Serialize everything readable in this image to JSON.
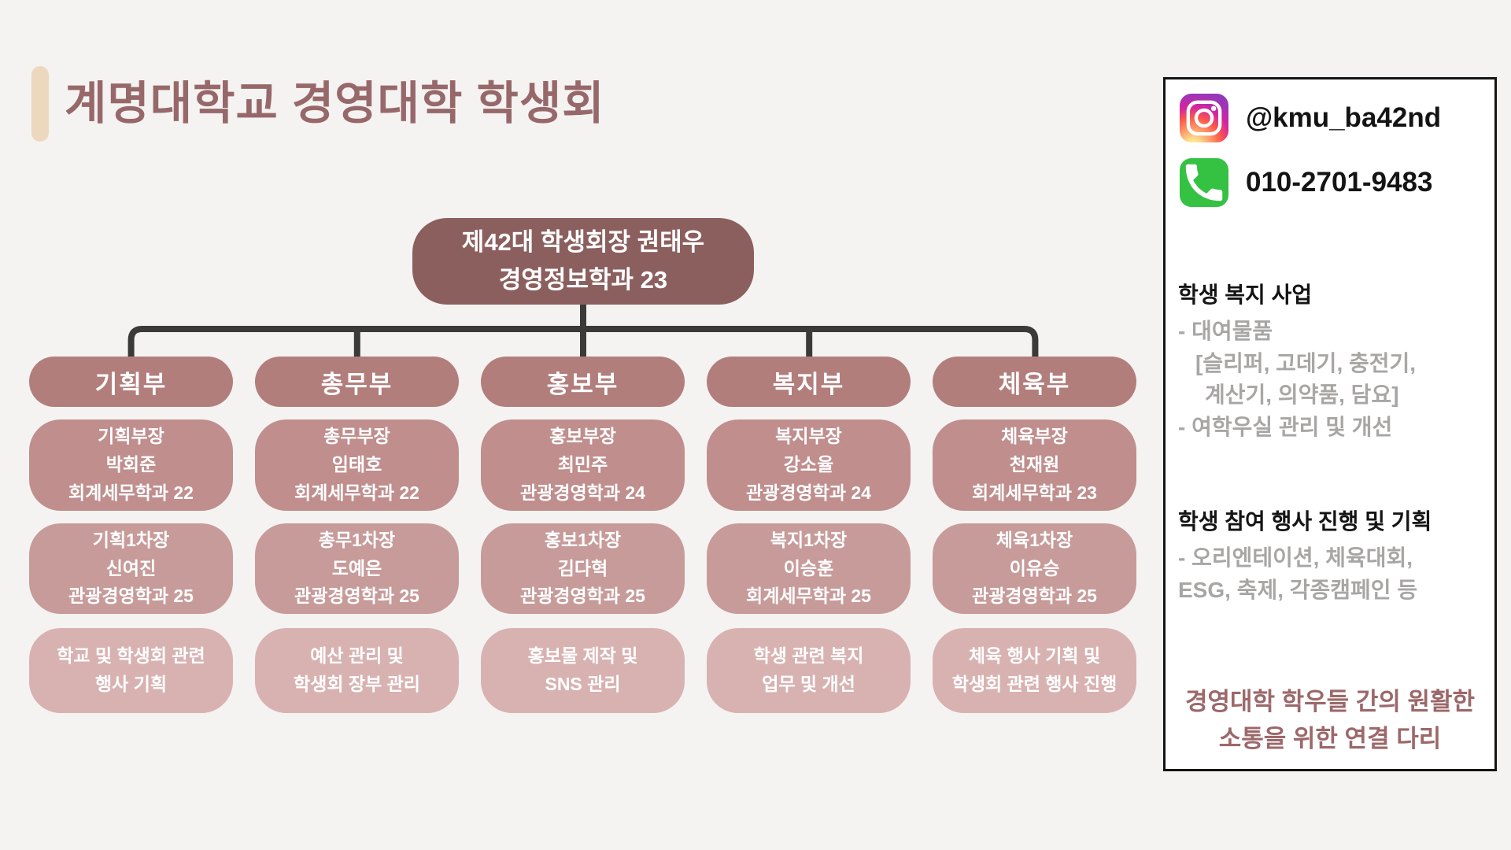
{
  "title": "계명대학교 경영대학 학생회",
  "org": {
    "president": {
      "line1": "제42대 학생회장 권태우",
      "line2": "경영정보학과 23"
    },
    "departments": [
      {
        "name": "기획부",
        "head": [
          "기획부장",
          "박회준",
          "회계세무학과 22"
        ],
        "deputy": [
          "기획1차장",
          "신여진",
          "관광경영학과 25"
        ],
        "role": [
          "학교 및 학생회 관련",
          "행사 기획"
        ]
      },
      {
        "name": "총무부",
        "head": [
          "총무부장",
          "임태호",
          "회계세무학과 22"
        ],
        "deputy": [
          "총무1차장",
          "도예은",
          "관광경영학과 25"
        ],
        "role": [
          "예산 관리 및",
          "학생회 장부 관리"
        ]
      },
      {
        "name": "홍보부",
        "head": [
          "홍보부장",
          "최민주",
          "관광경영학과 24"
        ],
        "deputy": [
          "홍보1차장",
          "김다혁",
          "관광경영학과 25"
        ],
        "role": [
          "홍보물 제작 및",
          "SNS 관리"
        ]
      },
      {
        "name": "복지부",
        "head": [
          "복지부장",
          "강소율",
          "관광경영학과 24"
        ],
        "deputy": [
          "복지1차장",
          "이승훈",
          "회계세무학과 25"
        ],
        "role": [
          "학생 관련 복지",
          "업무 및 개선"
        ]
      },
      {
        "name": "체육부",
        "head": [
          "체육부장",
          "천재원",
          "회계세무학과 23"
        ],
        "deputy": [
          "체육1차장",
          "이유승",
          "관광경영학과 25"
        ],
        "role": [
          "체육 행사 기획 및",
          "학생회 관련 행사 진행"
        ]
      }
    ]
  },
  "sidebar": {
    "instagram_handle": "@kmu_ba42nd",
    "phone_number": "010-2701-9483",
    "sections": [
      {
        "heading": "학생 복지 사업",
        "lines": [
          "- 대여물품",
          "[슬리퍼, 고데기, 충전기,",
          "계산기, 의약품, 담요]",
          "- 여학우실 관리 및 개선"
        ]
      },
      {
        "heading": "학생 참여 행사 진행 및 기획",
        "lines": [
          "- 오리엔테이션, 체육대회,",
          "ESG, 축제, 각종캠페인 등"
        ]
      }
    ],
    "footer_line1": "경영대학 학우들 간의 원활한",
    "footer_line2": "소통을 위한 연결 다리"
  },
  "colors": {
    "background": "#f4f3f1",
    "title": "#97686a",
    "accent_bar": "#ecd8bd",
    "president_box": "#8c5f5f",
    "dept_header": "#b27e7c",
    "card_head": "#bf8e8d",
    "card_deputy": "#c79b9a",
    "card_role": "#d8b2b1",
    "connector": "#3a3a38",
    "sidebar_gray_text": "#a8a6a4",
    "phone_icon_green": "#35c142"
  }
}
